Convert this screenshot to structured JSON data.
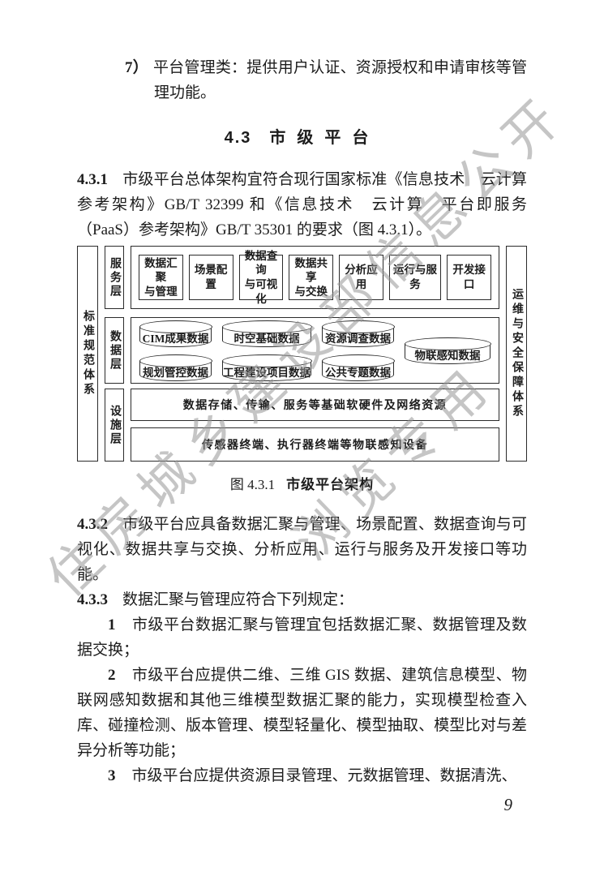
{
  "page": {
    "number": "9"
  },
  "watermark": {
    "line1": "住房城乡建设部信息公开",
    "line2": "浏览专用",
    "color": "#969696"
  },
  "intro_item": {
    "number": "7）",
    "text": "平台管理类：提供用户认证、资源授权和申请审核等管理功能。"
  },
  "section_heading": {
    "number": "4.3",
    "title": "市级平台"
  },
  "clause_431": {
    "number": "4.3.1",
    "text": "市级平台总体架构宜符合现行国家标准《信息技术　云计算　参考架构》GB/T 32399 和《信息技术　云计算　平台即服务（PaaS）参考架构》GB/T 35301 的要求（图 4.3.1）。"
  },
  "clause_432": {
    "number": "4.3.2",
    "text": "市级平台应具备数据汇聚与管理、场景配置、数据查询与可视化、数据共享与交换、分析应用、运行与服务及开发接口等功能。"
  },
  "clause_433": {
    "number": "4.3.3",
    "text": "数据汇聚与管理应符合下列规定："
  },
  "sub_items": [
    {
      "number": "1",
      "text": "市级平台数据汇聚与管理宜包括数据汇聚、数据管理及数据交换；"
    },
    {
      "number": "2",
      "text": "市级平台应提供二维、三维 GIS 数据、建筑信息模型、物联网感知数据和其他三维模型数据汇聚的能力，实现模型检查入库、碰撞检测、版本管理、模型轻量化、模型抽取、模型比对与差异分析等功能；"
    },
    {
      "number": "3",
      "text": "市级平台应提供资源目录管理、元数据管理、数据清洗、"
    }
  ],
  "figure": {
    "caption": {
      "prefix": "图 4.3.1",
      "title": "市级平台架构"
    },
    "left_bar": "标准规范体系",
    "right_bar": "运维与安全保障体系",
    "layers": [
      "服务层",
      "数据层",
      "设施层"
    ],
    "service_boxes": [
      "数据汇聚\n与管理",
      "场景配置",
      "数据查询\n与可视化",
      "数据共享\n与交换",
      "分析应用",
      "运行与服务",
      "开发接口"
    ],
    "data_cylinders": [
      "CIM成果数据",
      "时空基础数据",
      "资源调查数据",
      "规划管控数据",
      "工程建设项目数据",
      "公共专题数据"
    ],
    "iot_cylinder": "物联感知数据",
    "facility_rows": [
      "数据存储、传输、服务等基础软硬件及网络资源",
      "传感器终端、执行器终端等物联感知设备"
    ]
  }
}
